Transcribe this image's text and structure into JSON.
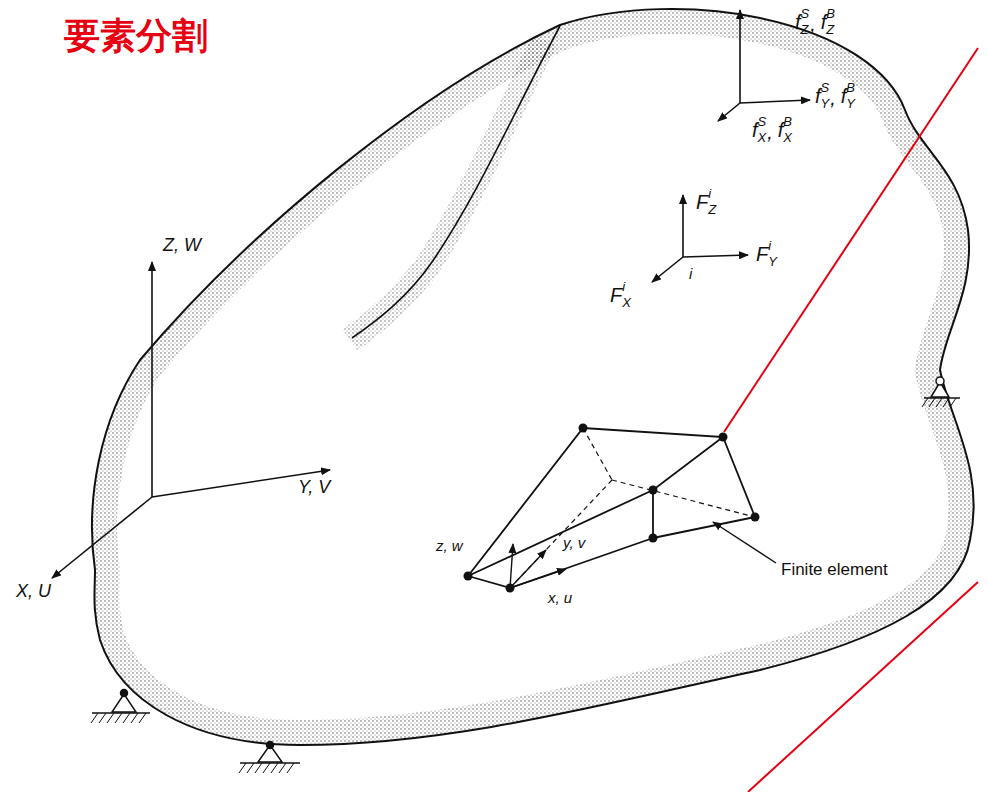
{
  "diagram": {
    "title": "要素分割",
    "labels": [
      "Z, W",
      "Y, V",
      "X, U",
      "f",
      "Z",
      "S",
      ",",
      "f",
      "Z",
      "B",
      "f",
      "Y",
      "S",
      ",",
      "f",
      "Y",
      "B",
      "f",
      "X",
      "S",
      ",",
      "f",
      "X",
      "B",
      "F",
      "Z",
      "i",
      "F",
      "Y",
      "i",
      "F",
      "X",
      "i",
      "i",
      "z, w",
      "y, v",
      "x, u",
      "Finite element"
    ]
  }
}
